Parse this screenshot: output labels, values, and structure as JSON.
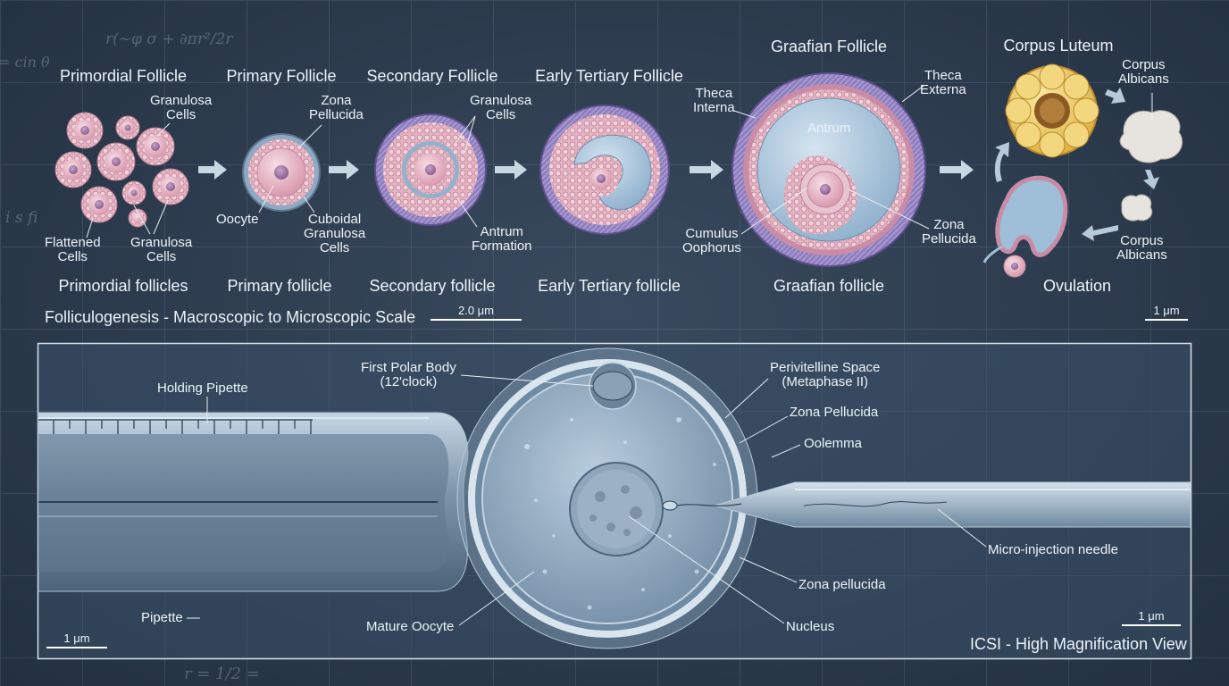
{
  "background_equations": [
    "r(~φ σ + ∂πr²/2r",
    "= cin θ",
    "i s fi",
    "r = 1/2 ="
  ],
  "stages": [
    {
      "title": "Primordial Follicle",
      "caption": "Primordial follicles"
    },
    {
      "title": "Primary Follicle",
      "caption": "Primary follicle"
    },
    {
      "title": "Secondary Follicle",
      "caption": "Secondary follicle"
    },
    {
      "title": "Early Tertiary Follicle",
      "caption": "Early Tertiary follicle"
    },
    {
      "title": "Graafian Follicle",
      "caption": "Graafian follicle"
    },
    {
      "title": "Corpus Luteum",
      "caption": "Ovulation"
    }
  ],
  "labels": {
    "granulosa_cells_1": "Granulosa\nCells",
    "flattened_cells": "Flattened\nCells",
    "granulosa_cells_2": "Granulosa\nCells",
    "zona_pellucida_1": "Zona\nPellucida",
    "oocyte": "Oocyte",
    "cuboidal_granulosa": "Cuboidal\nGranulosa\nCells",
    "granulosa_cells_3": "Granulosa\nCells",
    "antrum_formation": "Antrum\nFormation",
    "theca_interna": "Theca\nInterna",
    "theca_externa": "Theca\nExterna",
    "antrum": "Antrum",
    "cumulus_oophorus": "Cumulus\nOophorus",
    "zona_pellucida_2": "Zona\nPellucida",
    "corpus_albicans_1": "Corpus\nAlbicans",
    "corpus_albicans_2": "Corpus\nAlbicans"
  },
  "top_panel": {
    "title": "Folliculogenesis - Macroscopic to Microscopic Scale",
    "scale_left": "2.0 μm",
    "scale_right": "1 μm"
  },
  "bottom_panel": {
    "title": "ICSI - High Magnification View",
    "scale_left": "1 μm",
    "scale_right": "1 μm",
    "labels": {
      "holding_pipette": "Holding Pipette",
      "first_polar_body": "First Polar Body\n(12'clock)",
      "perivitelline": "Perivitelline Space\n(Metaphase II)",
      "zona_pellucida": "Zona Pellucida",
      "oolemma": "Oolemma",
      "micro_injection": "Micro-injection needle",
      "zona_pellucida_lower": "Zona pellucida",
      "nucleus": "Nucleus",
      "mature_oocyte": "Mature Oocyte",
      "pipette": "Pipette —"
    }
  },
  "colors": {
    "background": "#2c3b4d",
    "cell_pink": "#e8b9c6",
    "theca_purple": "#8a79b8",
    "antrum_blue": "#a8c4da",
    "corpus_yellow": "#f0cf6a"
  }
}
